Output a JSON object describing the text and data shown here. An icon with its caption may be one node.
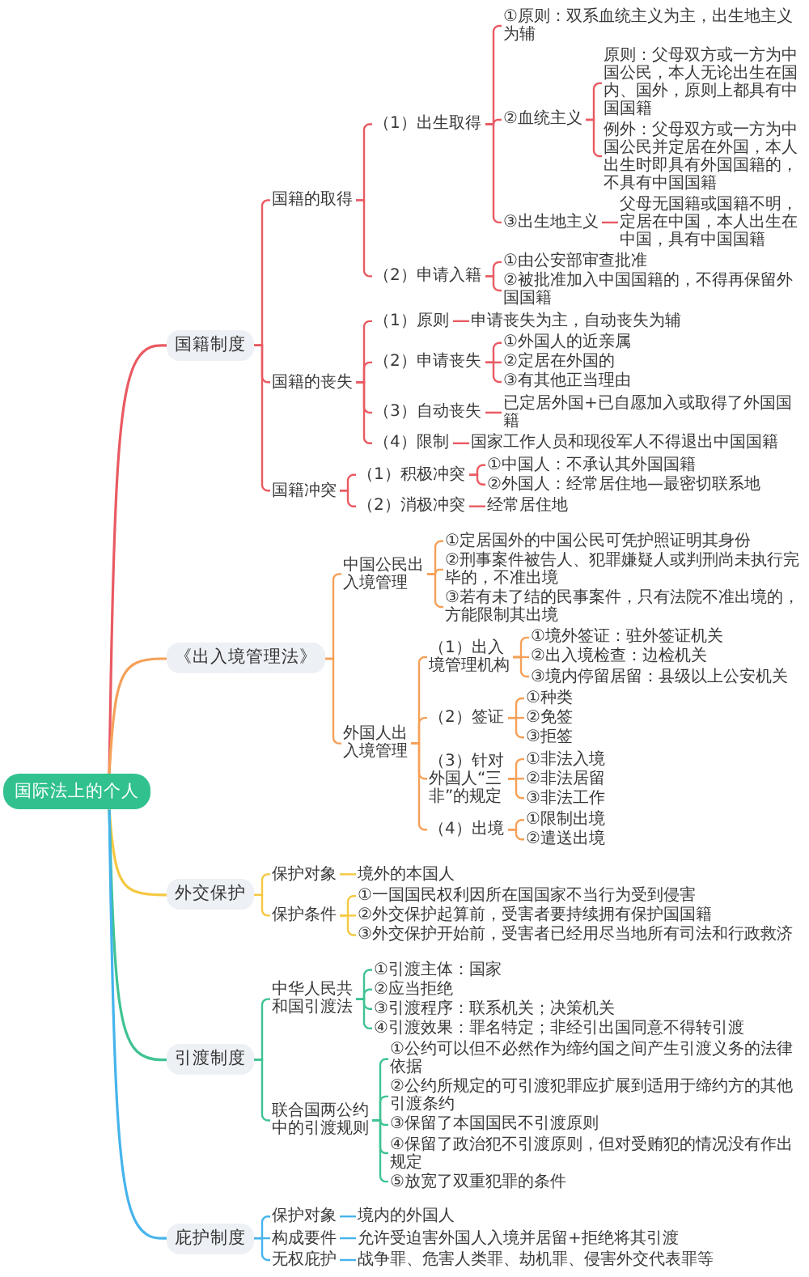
{
  "diagram": {
    "nodes": [
      {
        "text": [
          "国际法上的个人"
        ]
      },
      {
        "text": [
          "国籍制度"
        ]
      },
      {
        "text": [
          "国籍的取得"
        ]
      },
      {
        "text": [
          "（1）出生取得"
        ]
      },
      {
        "text": [
          "①原则：双系血统主义为主，出生地主义为辅"
        ]
      },
      {
        "text": [
          "②血统主义"
        ]
      },
      {
        "text": [
          "原则：父母双方或一方为中国公民，本人无论出生在国内、国外，原则上都具有中国国籍"
        ]
      },
      {
        "text": [
          "例外：父母双方或一方为中国公民并定居在外国，本人出生时即具有外国国籍的，不具有中国国籍"
        ]
      },
      {
        "text": [
          "③出生地主义"
        ]
      },
      {
        "text": [
          "父母无国籍或国籍不明，定居在中国，本人出生在中国，具有中国国籍"
        ]
      },
      {
        "text": [
          "（2）申请入籍"
        ]
      },
      {
        "text": [
          "①由公安部审查批准"
        ]
      },
      {
        "text": [
          "②被批准加入中国国籍的，不得再保留外国国籍"
        ]
      },
      {
        "text": [
          "国籍的丧失"
        ]
      },
      {
        "text": [
          "（1）原则"
        ]
      },
      {
        "text": [
          "申请丧失为主，自动丧失为辅"
        ]
      },
      {
        "text": [
          "（2）申请丧失"
        ]
      },
      {
        "text": [
          "①外国人的近亲属"
        ]
      },
      {
        "text": [
          "②定居在外国的"
        ]
      },
      {
        "text": [
          "③有其他正当理由"
        ]
      },
      {
        "text": [
          "（3）自动丧失"
        ]
      },
      {
        "text": [
          "已定居外国+已自愿加入或取得了外国国籍"
        ]
      },
      {
        "text": [
          "（4）限制"
        ]
      },
      {
        "text": [
          "国家工作人员和现役军人不得退出中国国籍"
        ]
      },
      {
        "text": [
          "国籍冲突"
        ]
      },
      {
        "text": [
          "（1）积极冲突"
        ]
      },
      {
        "text": [
          "①中国人：不承认其外国国籍"
        ]
      },
      {
        "text": [
          "②外国人：经常居住地—最密切联系地"
        ]
      },
      {
        "text": [
          "（2）消极冲突"
        ]
      },
      {
        "text": [
          "经常居住地"
        ]
      },
      {
        "text": [
          "《出入境管理法》"
        ]
      },
      {
        "text": [
          "中国公民出入境管理"
        ]
      },
      {
        "text": [
          "①定居国外的中国公民可凭护照证明其身份"
        ]
      },
      {
        "text": [
          "②刑事案件被告人、犯罪嫌疑人或判刑尚未执行完毕的，不准出境"
        ]
      },
      {
        "text": [
          "③若有未了结的民事案件，只有法院不准出境的，方能限制其出境"
        ]
      },
      {
        "text": [
          "外国人出入境管理"
        ]
      },
      {
        "text": [
          "（1）出入境管理机构"
        ]
      },
      {
        "text": [
          "①境外签证：驻外签证机关"
        ]
      },
      {
        "text": [
          "②出入境检查：边检机关"
        ]
      },
      {
        "text": [
          "③境内停留居留：县级以上公安机关"
        ]
      },
      {
        "text": [
          "（2）签证"
        ]
      },
      {
        "text": [
          "①种类"
        ]
      },
      {
        "text": [
          "②免签"
        ]
      },
      {
        "text": [
          "③拒签"
        ]
      },
      {
        "text": [
          "（3）针对外国人“三非”的规定"
        ]
      },
      {
        "text": [
          "①非法入境"
        ]
      },
      {
        "text": [
          "②非法居留"
        ]
      },
      {
        "text": [
          "③非法工作"
        ]
      },
      {
        "text": [
          "（4）出境"
        ]
      },
      {
        "text": [
          "①限制出境"
        ]
      },
      {
        "text": [
          "②遣送出境"
        ]
      },
      {
        "text": [
          "外交保护"
        ]
      },
      {
        "text": [
          "保护对象"
        ]
      },
      {
        "text": [
          "境外的本国人"
        ]
      },
      {
        "text": [
          "保护条件"
        ]
      },
      {
        "text": [
          "①一国国民权利因所在国国家不当行为受到侵害"
        ]
      },
      {
        "text": [
          "②外交保护起算前，受害者要持续拥有保护国国籍"
        ]
      },
      {
        "text": [
          "③外交保护开始前，受害者已经用尽当地所有司法和行政救济"
        ]
      },
      {
        "text": [
          "引渡制度"
        ]
      },
      {
        "text": [
          "中华人民共和国引渡法"
        ]
      },
      {
        "text": [
          "①引渡主体：国家"
        ]
      },
      {
        "text": [
          "②应当拒绝"
        ]
      },
      {
        "text": [
          "③引渡程序：联系机关；决策机关"
        ]
      },
      {
        "text": [
          "④引渡效果：罪名特定；非经引出国同意不得转引渡"
        ]
      },
      {
        "text": [
          "联合国两公约中的引渡规则"
        ]
      },
      {
        "text": [
          "①公约可以但不必然作为缔约国之间产生引渡义务的法律依据"
        ]
      },
      {
        "text": [
          "②公约所规定的可引渡犯罪应扩展到适用于缔约方的其他引渡条约"
        ]
      },
      {
        "text": [
          "③保留了本国国民不引渡原则"
        ]
      },
      {
        "text": [
          "④保留了政治犯不引渡原则，但对受贿犯的情况没有作出规定"
        ]
      },
      {
        "text": [
          "⑤放宽了双重犯罪的条件"
        ]
      },
      {
        "text": [
          "庇护制度"
        ]
      },
      {
        "text": [
          "保护对象"
        ]
      },
      {
        "text": [
          "境内的外国人"
        ]
      },
      {
        "text": [
          "构成要件"
        ]
      },
      {
        "text": [
          "允许受迫害外国人入境并居留+拒绝将其引渡"
        ]
      },
      {
        "text": [
          "无权庇护"
        ]
      },
      {
        "text": [
          "战争罪、危害人类罪、劫机罪、侵害外交代表罪等"
        ]
      }
    ],
    "edges": [
      {
        "from": 0,
        "to": 1,
        "arrow": "none",
        "color": "#e95a62"
      },
      {
        "from": 1,
        "to": 2,
        "arrow": "none",
        "color": "#e95a62"
      },
      {
        "from": 2,
        "to": 3,
        "arrow": "none",
        "color": "#e95a62"
      },
      {
        "from": 3,
        "to": 4,
        "arrow": "none",
        "color": "#e95a62"
      },
      {
        "from": 3,
        "to": 5,
        "arrow": "none",
        "color": "#e95a62"
      },
      {
        "from": 5,
        "to": 6,
        "arrow": "none",
        "color": "#e95a62"
      },
      {
        "from": 5,
        "to": 7,
        "arrow": "none",
        "color": "#e95a62"
      },
      {
        "from": 3,
        "to": 8,
        "arrow": "none",
        "color": "#e95a62"
      },
      {
        "from": 8,
        "to": 9,
        "arrow": "none",
        "color": "#e95a62"
      },
      {
        "from": 2,
        "to": 10,
        "arrow": "none",
        "color": "#e95a62"
      },
      {
        "from": 10,
        "to": 11,
        "arrow": "none",
        "color": "#e95a62"
      },
      {
        "from": 10,
        "to": 12,
        "arrow": "none",
        "color": "#e95a62"
      },
      {
        "from": 1,
        "to": 13,
        "arrow": "none",
        "color": "#e95a62"
      },
      {
        "from": 13,
        "to": 14,
        "arrow": "none",
        "color": "#e95a62"
      },
      {
        "from": 14,
        "to": 15,
        "arrow": "none",
        "color": "#e95a62"
      },
      {
        "from": 13,
        "to": 16,
        "arrow": "none",
        "color": "#e95a62"
      },
      {
        "from": 16,
        "to": 17,
        "arrow": "none",
        "color": "#e95a62"
      },
      {
        "from": 16,
        "to": 18,
        "arrow": "none",
        "color": "#e95a62"
      },
      {
        "from": 16,
        "to": 19,
        "arrow": "none",
        "color": "#e95a62"
      },
      {
        "from": 13,
        "to": 20,
        "arrow": "none",
        "color": "#e95a62"
      },
      {
        "from": 20,
        "to": 21,
        "arrow": "none",
        "color": "#e95a62"
      },
      {
        "from": 13,
        "to": 22,
        "arrow": "none",
        "color": "#e95a62"
      },
      {
        "from": 22,
        "to": 23,
        "arrow": "none",
        "color": "#e95a62"
      },
      {
        "from": 1,
        "to": 24,
        "arrow": "none",
        "color": "#e95a62"
      },
      {
        "from": 24,
        "to": 25,
        "arrow": "none",
        "color": "#e95a62"
      },
      {
        "from": 25,
        "to": 26,
        "arrow": "none",
        "color": "#e95a62"
      },
      {
        "from": 25,
        "to": 27,
        "arrow": "none",
        "color": "#e95a62"
      },
      {
        "from": 24,
        "to": 28,
        "arrow": "none",
        "color": "#e95a62"
      },
      {
        "from": 28,
        "to": 29,
        "arrow": "none",
        "color": "#e95a62"
      },
      {
        "from": 0,
        "to": 30,
        "arrow": "none",
        "color": "#f5a058"
      },
      {
        "from": 30,
        "to": 31,
        "arrow": "none",
        "color": "#f5a058"
      },
      {
        "from": 31,
        "to": 32,
        "arrow": "none",
        "color": "#f5a058"
      },
      {
        "from": 31,
        "to": 33,
        "arrow": "none",
        "color": "#f5a058"
      },
      {
        "from": 31,
        "to": 34,
        "arrow": "none",
        "color": "#f5a058"
      },
      {
        "from": 30,
        "to": 35,
        "arrow": "none",
        "color": "#f5a058"
      },
      {
        "from": 35,
        "to": 36,
        "arrow": "none",
        "color": "#f5a058"
      },
      {
        "from": 36,
        "to": 37,
        "arrow": "none",
        "color": "#f5a058"
      },
      {
        "from": 36,
        "to": 38,
        "arrow": "none",
        "color": "#f5a058"
      },
      {
        "from": 36,
        "to": 39,
        "arrow": "none",
        "color": "#f5a058"
      },
      {
        "from": 35,
        "to": 40,
        "arrow": "none",
        "color": "#f5a058"
      },
      {
        "from": 40,
        "to": 41,
        "arrow": "none",
        "color": "#f5a058"
      },
      {
        "from": 40,
        "to": 42,
        "arrow": "none",
        "color": "#f5a058"
      },
      {
        "from": 40,
        "to": 43,
        "arrow": "none",
        "color": "#f5a058"
      },
      {
        "from": 35,
        "to": 44,
        "arrow": "none",
        "color": "#f5a058"
      },
      {
        "from": 44,
        "to": 45,
        "arrow": "none",
        "color": "#f5a058"
      },
      {
        "from": 44,
        "to": 46,
        "arrow": "none",
        "color": "#f5a058"
      },
      {
        "from": 44,
        "to": 47,
        "arrow": "none",
        "color": "#f5a058"
      },
      {
        "from": 35,
        "to": 48,
        "arrow": "none",
        "color": "#f5a058"
      },
      {
        "from": 48,
        "to": 49,
        "arrow": "none",
        "color": "#f5a058"
      },
      {
        "from": 48,
        "to": 50,
        "arrow": "none",
        "color": "#f5a058"
      },
      {
        "from": 0,
        "to": 51,
        "arrow": "none",
        "color": "#f5c842"
      },
      {
        "from": 51,
        "to": 52,
        "arrow": "none",
        "color": "#f5c842"
      },
      {
        "from": 52,
        "to": 53,
        "arrow": "none",
        "color": "#f5c842"
      },
      {
        "from": 51,
        "to": 54,
        "arrow": "none",
        "color": "#f5c842"
      },
      {
        "from": 54,
        "to": 55,
        "arrow": "none",
        "color": "#f5c842"
      },
      {
        "from": 54,
        "to": 56,
        "arrow": "none",
        "color": "#f5c842"
      },
      {
        "from": 54,
        "to": 57,
        "arrow": "none",
        "color": "#f5c842"
      },
      {
        "from": 0,
        "to": 58,
        "arrow": "none",
        "color": "#3ec392"
      },
      {
        "from": 58,
        "to": 59,
        "arrow": "none",
        "color": "#3ec392"
      },
      {
        "from": 59,
        "to": 60,
        "arrow": "none",
        "color": "#3ec392"
      },
      {
        "from": 59,
        "to": 61,
        "arrow": "none",
        "color": "#3ec392"
      },
      {
        "from": 59,
        "to": 62,
        "arrow": "none",
        "color": "#3ec392"
      },
      {
        "from": 59,
        "to": 63,
        "arrow": "none",
        "color": "#3ec392"
      },
      {
        "from": 58,
        "to": 64,
        "arrow": "none",
        "color": "#3ec392"
      },
      {
        "from": 64,
        "to": 65,
        "arrow": "none",
        "color": "#3ec392"
      },
      {
        "from": 64,
        "to": 66,
        "arrow": "none",
        "color": "#3ec392"
      },
      {
        "from": 64,
        "to": 67,
        "arrow": "none",
        "color": "#3ec392"
      },
      {
        "from": 64,
        "to": 68,
        "arrow": "none",
        "color": "#3ec392"
      },
      {
        "from": 64,
        "to": 69,
        "arrow": "none",
        "color": "#3ec392"
      },
      {
        "from": 0,
        "to": 70,
        "arrow": "none",
        "color": "#45b4ec"
      },
      {
        "from": 70,
        "to": 71,
        "arrow": "none",
        "color": "#45b4ec"
      },
      {
        "from": 71,
        "to": 72,
        "arrow": "none",
        "color": "#45b4ec"
      },
      {
        "from": 70,
        "to": 73,
        "arrow": "none",
        "color": "#45b4ec"
      },
      {
        "from": 73,
        "to": 74,
        "arrow": "none",
        "color": "#45b4ec"
      },
      {
        "from": 70,
        "to": 75,
        "arrow": "none",
        "color": "#45b4ec"
      },
      {
        "from": 75,
        "to": 76,
        "arrow": "none",
        "color": "#45b4ec"
      }
    ]
  }
}
